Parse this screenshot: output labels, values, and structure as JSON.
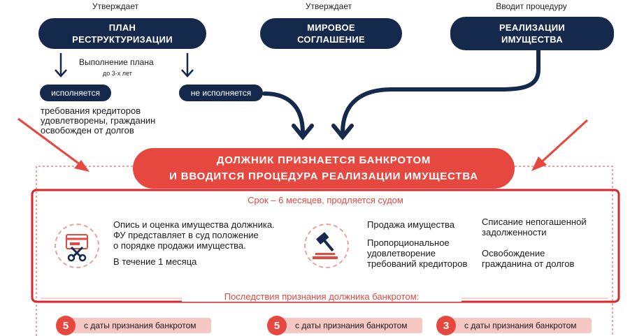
{
  "top": {
    "col1": {
      "caption": "Утверждает",
      "pill": "ПЛАН\nРЕСТРУКТУРИЗАЦИИ"
    },
    "col2": {
      "caption": "Утверждает",
      "pill": "МИРОВОЕ\nСОГЛАШЕНИЕ"
    },
    "col3": {
      "caption": "Вводит процедуру",
      "pill": "РЕАЛИЗАЦИИ\nИМУЩЕСТВА"
    }
  },
  "plan": {
    "execution_label": "Выполнение плана",
    "execution_sub": "до 3-х лет",
    "done_pill": "исполняется",
    "not_done_pill": "не исполняется",
    "done_result": "требования кредиторов\nудовлетворены, гражданин\nосвобожден от долгов"
  },
  "banner": {
    "line1": "ДОЛЖНИК ПРИЗНАЕТСЯ БАНКРОТОМ",
    "line2": "И ВВОДИТСЯ ПРОЦЕДУРА РЕАЛИЗАЦИИ ИМУЩЕСТВА"
  },
  "procedure": {
    "term": "Срок – 6 месяцев, продляется судом",
    "left_text": "Опись и оценка имущества должника.\nФУ представляет в суд положение\nо порядке продажи имущества.",
    "left_deadline": "В течение 1 месяца",
    "mid_item1": "Продажа имущества",
    "mid_item2": "Пропорциональное\nудовлетворение\nтребований кредиторов",
    "right_item1": "Списание непогашенной\nзадолженности",
    "right_item2": "Освобождение\nгражданина от долгов"
  },
  "consequences": {
    "title": "Последствия признания должника банкротом:",
    "items": [
      {
        "num": "5",
        "text": "с даты признания банкротом"
      },
      {
        "num": "5",
        "text": "с даты признания банкротом"
      },
      {
        "num": "3",
        "text": "с даты признания банкротом"
      }
    ]
  },
  "icons": {
    "left_icon": "card-scissors-icon",
    "mid_icon": "gavel-icon"
  },
  "colors": {
    "navy": "#15294d",
    "red": "#e6473f",
    "pink": "#f7c7c3",
    "highlight_border": "#d8262c"
  }
}
